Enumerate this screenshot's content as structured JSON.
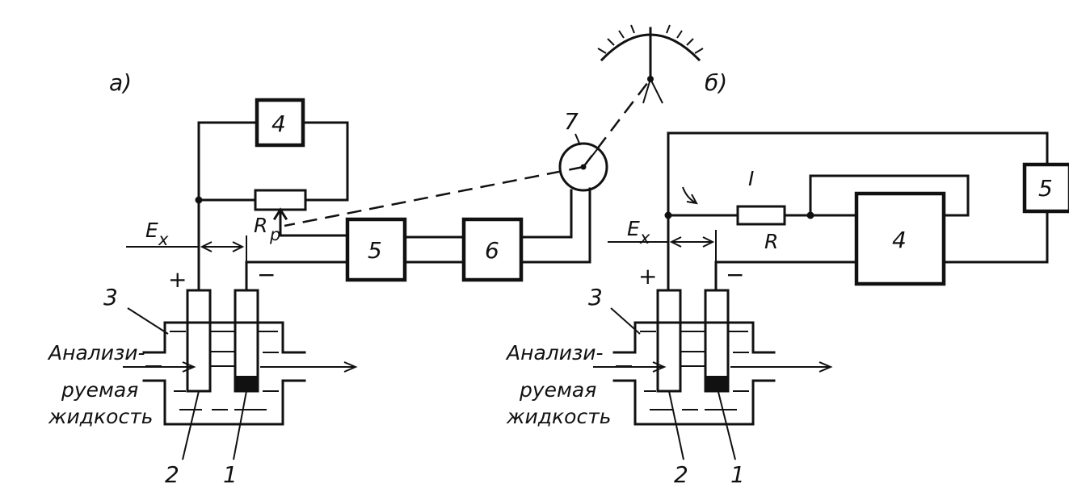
{
  "panel_a": {
    "label": "а)",
    "block_4": "4",
    "resistor_label": "R",
    "resistor_sub": "p",
    "emf_label": "E",
    "emf_sub": "x",
    "plus": "+",
    "minus": "−",
    "block_5": "5",
    "block_6": "6",
    "meter_label": "7",
    "vessel_label": "3",
    "inlet_text": [
      "Анализи-",
      "руемая",
      "жидкость"
    ],
    "electrode_2": "2",
    "electrode_1": "1"
  },
  "panel_b": {
    "label": "б)",
    "current_label": "I",
    "resistor_label": "R",
    "block_4": "4",
    "block_5": "5",
    "emf_label": "E",
    "emf_sub": "x",
    "plus": "+",
    "minus": "−",
    "vessel_label": "3",
    "inlet_text": [
      "Анализи-",
      "руемая",
      "жидкость"
    ],
    "electrode_2": "2",
    "electrode_1": "1"
  }
}
